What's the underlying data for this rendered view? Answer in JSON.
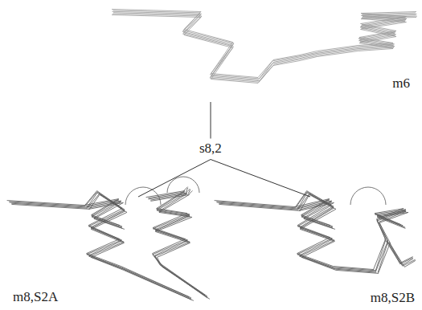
{
  "diagram": {
    "nodes": [
      {
        "text": [
          "m6"
        ]
      },
      {
        "text": [
          "s8,2"
        ]
      },
      {
        "text": [
          "m8,S2A"
        ]
      },
      {
        "text": [
          "m8,S2B"
        ]
      }
    ],
    "edges": [
      {
        "from": 0,
        "to": 1,
        "arrow": "none"
      },
      {
        "from": 1,
        "to": 2,
        "arrow": "none"
      },
      {
        "from": 1,
        "to": 3,
        "arrow": "none"
      }
    ]
  }
}
